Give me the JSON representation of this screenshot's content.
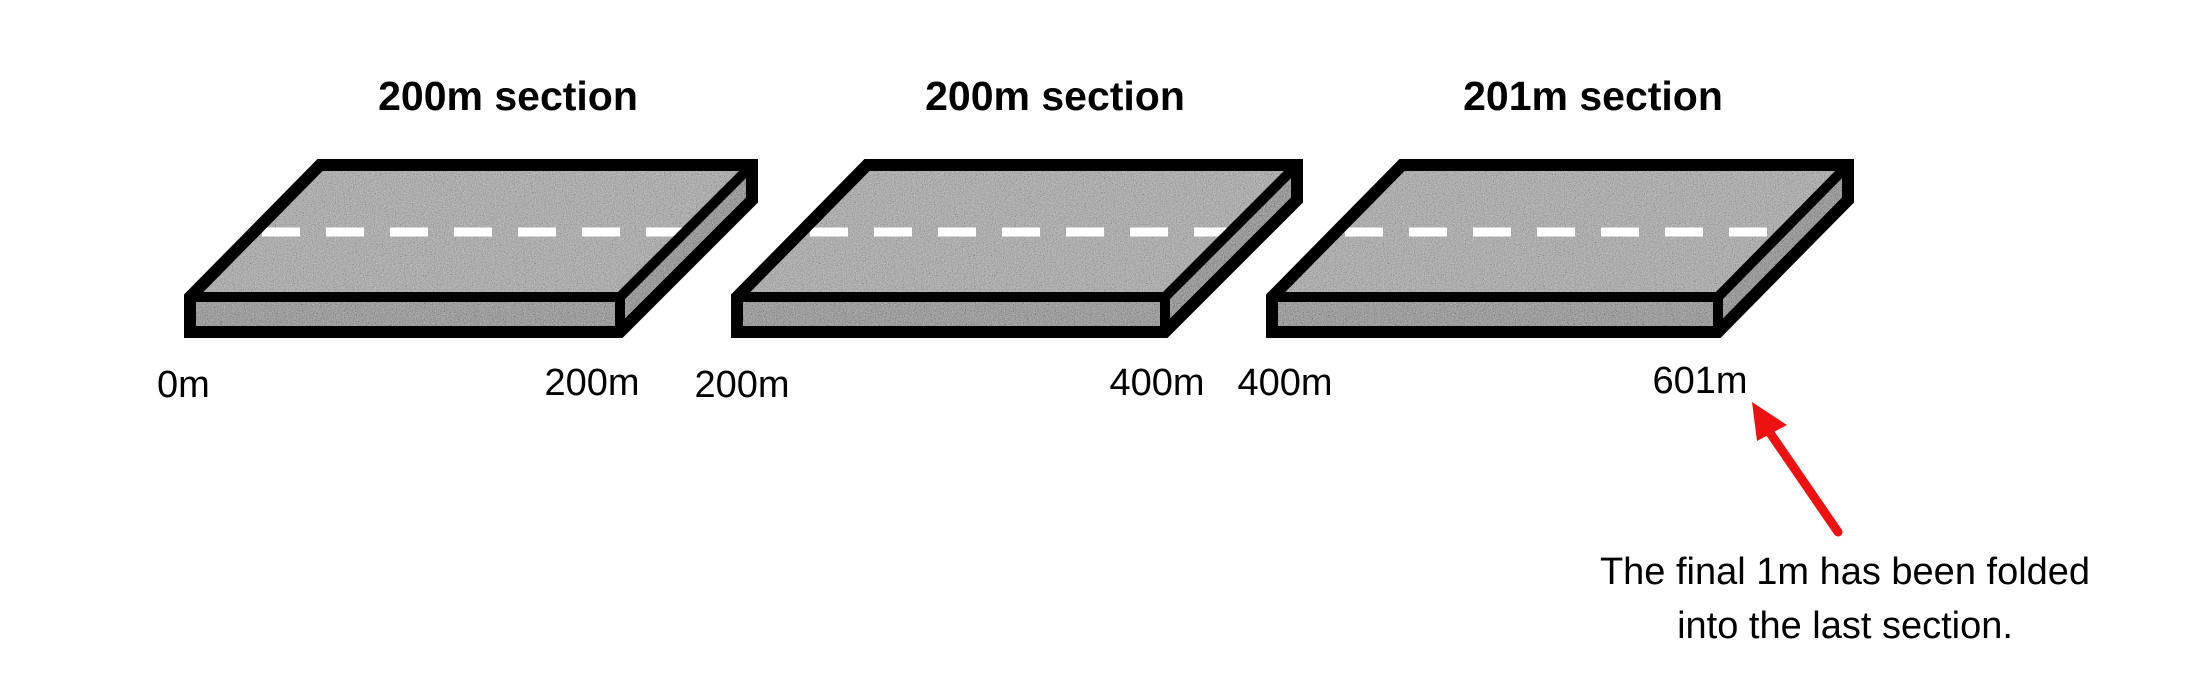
{
  "sections": [
    {
      "title": "200m section",
      "start_label": "0m",
      "end_label": "200m"
    },
    {
      "title": "200m section",
      "start_label": "200m",
      "end_label": "400m"
    },
    {
      "title": "201m section",
      "start_label": "400m",
      "end_label": "601m"
    }
  ],
  "annotation": {
    "line1": "The final 1m has been folded",
    "line2": "into the last section.",
    "arrow_color": "#ee1111"
  },
  "colors": {
    "outline": "#000000",
    "road_surface": "#9a9a9a",
    "lane_marking": "#ffffff"
  }
}
